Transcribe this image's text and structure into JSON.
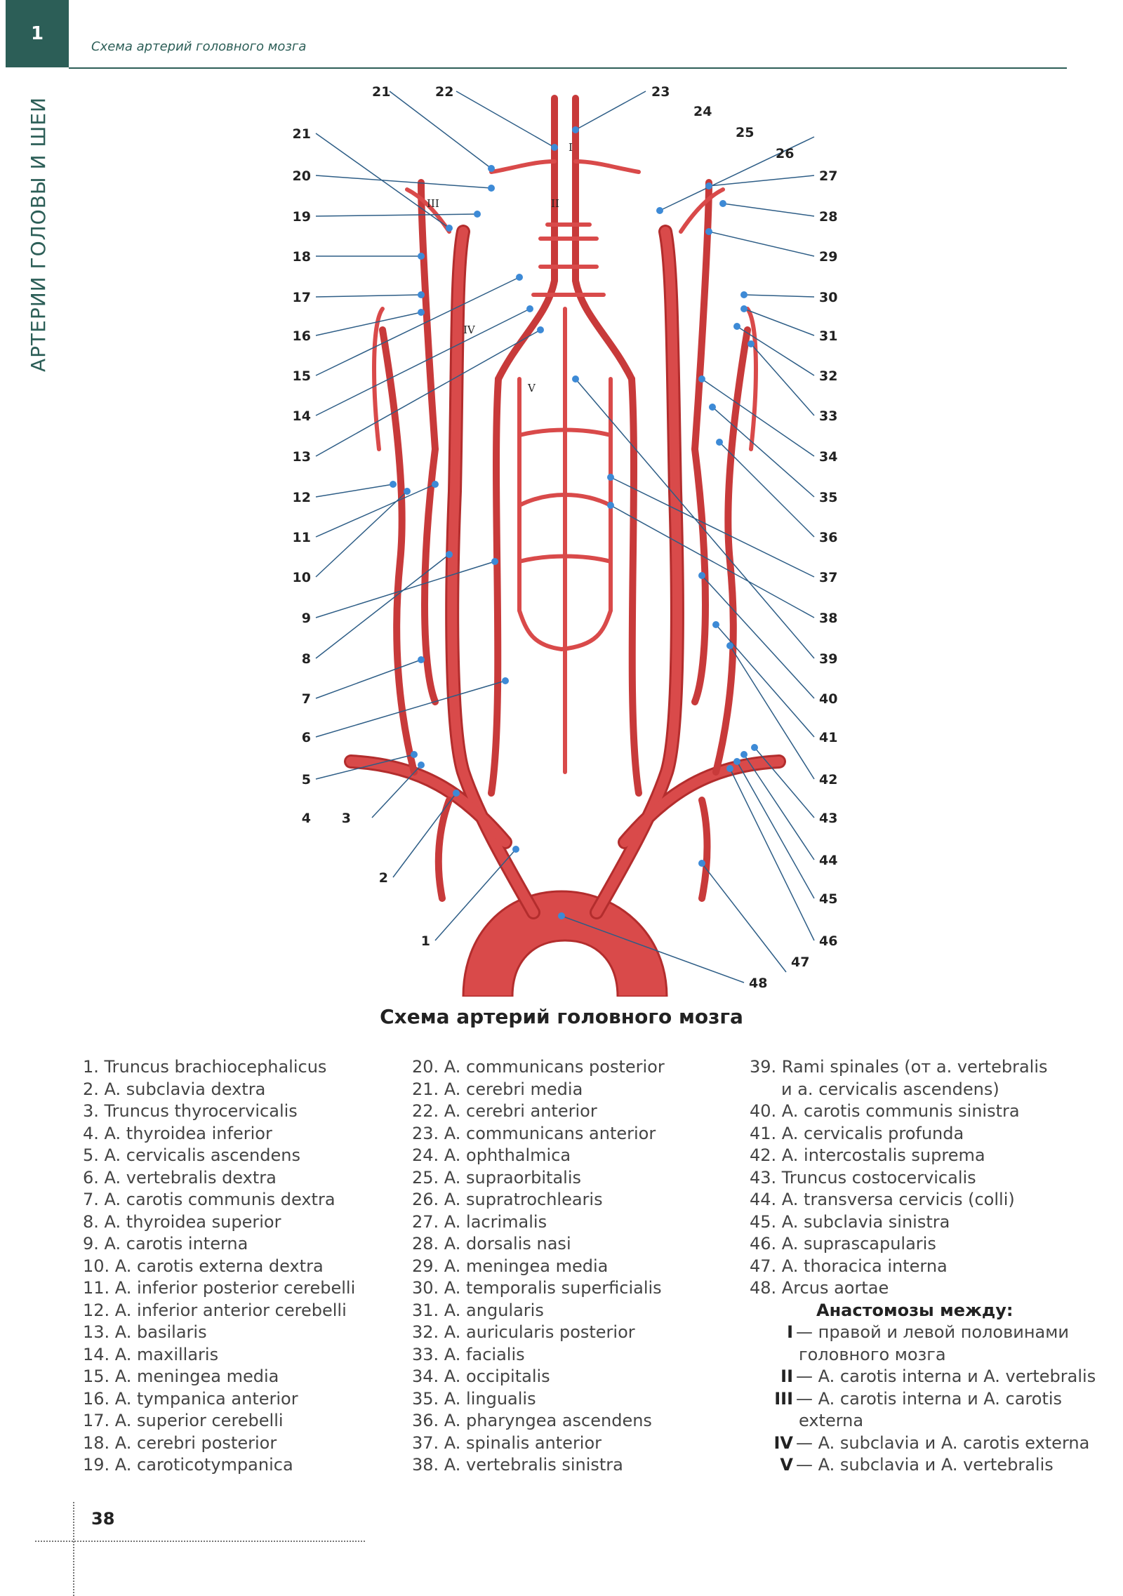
{
  "header": {
    "chapter_number": "1",
    "title": "Схема артерий головного мозга",
    "side_label": "АРТЕРИИ ГОЛОВЫ И ШЕИ"
  },
  "figure": {
    "title": "Схема артерий головного мозга",
    "left_callouts": [
      "21",
      "20",
      "19",
      "18",
      "17",
      "16",
      "15",
      "14",
      "13",
      "12",
      "11",
      "10",
      "9",
      "8",
      "7",
      "6",
      "5",
      "4",
      "3",
      "2",
      "1"
    ],
    "top_callouts": [
      "22",
      "23"
    ],
    "right_callouts": [
      "24",
      "25",
      "26",
      "27",
      "28",
      "29",
      "30",
      "31",
      "32",
      "33",
      "34",
      "35",
      "36",
      "37",
      "38",
      "39",
      "40",
      "41",
      "42",
      "43",
      "44",
      "45",
      "46",
      "47",
      "48"
    ],
    "roman_labels": [
      "I",
      "II",
      "III",
      "IV",
      "V"
    ],
    "colors": {
      "artery": "#d94a4a",
      "artery_dark": "#b32d2d",
      "leader_line": "#2d5d86",
      "dot": "#3d8ad6"
    }
  },
  "legend": {
    "col1": [
      "1. Truncus brachiocephalicus",
      "2. A. subclavia dextra",
      "3. Truncus thyrocervicalis",
      "4. A. thyroidea inferior",
      "5. A. cervicalis ascendens",
      "6. A. vertebralis dextra",
      "7. A. carotis communis dextra",
      "8. A. thyroidea superior",
      "9. A. carotis interna",
      "10. A. carotis externa dextra",
      "11. A. inferior posterior cerebelli",
      "12. A. inferior anterior cerebelli",
      "13. A. basilaris",
      "14. A. maxillaris",
      "15. A. meningea media",
      "16. A. tympanica anterior",
      "17. A. superior cerebelli",
      "18. A. cerebri posterior",
      "19. A. caroticotympanica"
    ],
    "col2": [
      "20. A. communicans posterior",
      "21. A. cerebri media",
      "22. A. cerebri anterior",
      "23. A. communicans anterior",
      "24. A. ophthalmica",
      "25. A. supraorbitalis",
      "26. A. supratrochlearis",
      "27. A. lacrimalis",
      "28. A. dorsalis nasi",
      "29. A. meningea media",
      "30. A. temporalis superficialis",
      "31. A. angularis",
      "32. A. auricularis posterior",
      "33. A. facialis",
      "34. A. occipitalis",
      "35. A. lingualis",
      "36. A. pharyngea ascendens",
      "37. A. spinalis anterior",
      "38. A. vertebralis sinistra"
    ],
    "col3": [
      "39. Rami spinales (от a. vertebralis",
      "и a. cervicalis ascendens)",
      "40. A. carotis communis sinistra",
      "41. A. cervicalis profunda",
      "42. A. intercostalis suprema",
      "43. Truncus costocervicalis",
      "44. A. transversa cervicis (colli)",
      "45. A. subclavia sinistra",
      "46. A. suprascapularis",
      "47. A. thoracica interna",
      "48. Arcus aortae"
    ],
    "anastomoses": {
      "title": "Анастомозы между:",
      "items": [
        {
          "key": "I",
          "text": "— правой и левой половинами",
          "cont": "головного мозга"
        },
        {
          "key": "II",
          "text": "— A. carotis interna и A. vertebralis",
          "cont": ""
        },
        {
          "key": "III",
          "text": "— A. carotis interna и A. carotis",
          "cont": "externa"
        },
        {
          "key": "IV",
          "text": "— A. subclavia и A. carotis externa",
          "cont": ""
        },
        {
          "key": "V",
          "text": "— A. subclavia и A. vertebralis",
          "cont": ""
        }
      ]
    }
  },
  "footer": {
    "page_number": "38"
  }
}
